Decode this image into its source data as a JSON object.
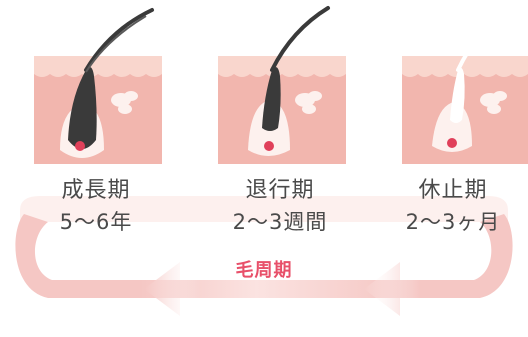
{
  "stages": [
    {
      "title": "成長期",
      "duration": "5～6年"
    },
    {
      "title": "退行期",
      "duration": "2～3週間"
    },
    {
      "title": "休止期",
      "duration": "2～3ヶ月"
    }
  ],
  "cycle_label": "毛周期",
  "colors": {
    "skin_surface": "#f9d6cd",
    "skin_tissue": "#f2b6ae",
    "hair_dark": "#3a3a3a",
    "papilla": "#e0405a",
    "arrow": "#f5c7c4",
    "cycle_label": "#e8506a"
  }
}
